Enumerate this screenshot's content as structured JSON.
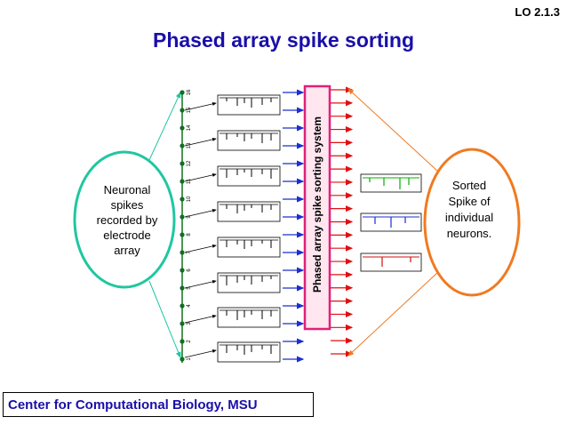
{
  "header": {
    "lo_label": "LO  2.1.3"
  },
  "title": "Phased array spike sorting",
  "left_oval": {
    "lines": [
      "Neuronal",
      "spikes",
      "recorded by",
      "electrode",
      "array"
    ]
  },
  "right_oval": {
    "lines": [
      "Sorted",
      "Spike of",
      "individual",
      "neurons."
    ]
  },
  "system_label": "Phased array spike sorting system",
  "electrode_numbers": [
    "1",
    "2",
    "3",
    "4",
    "5",
    "6",
    "7",
    "8",
    "9",
    "10",
    "11",
    "12",
    "13",
    "14",
    "15",
    "16"
  ],
  "sorted_trace_colors": [
    "#00b000",
    "#1a2fd0",
    "#d01010"
  ],
  "colors": {
    "title": "#1a0fa8",
    "left_oval": "#1fc7a0",
    "right_oval": "#f07a20",
    "system_box_border": "#e0207a",
    "system_box_fill": "#ffe6ef",
    "input_arrows": "#1a2fd0",
    "output_arrows": "#e01010",
    "electrode": "#107020"
  },
  "footer": {
    "text": "Center for Computational  Biology, MSU"
  }
}
